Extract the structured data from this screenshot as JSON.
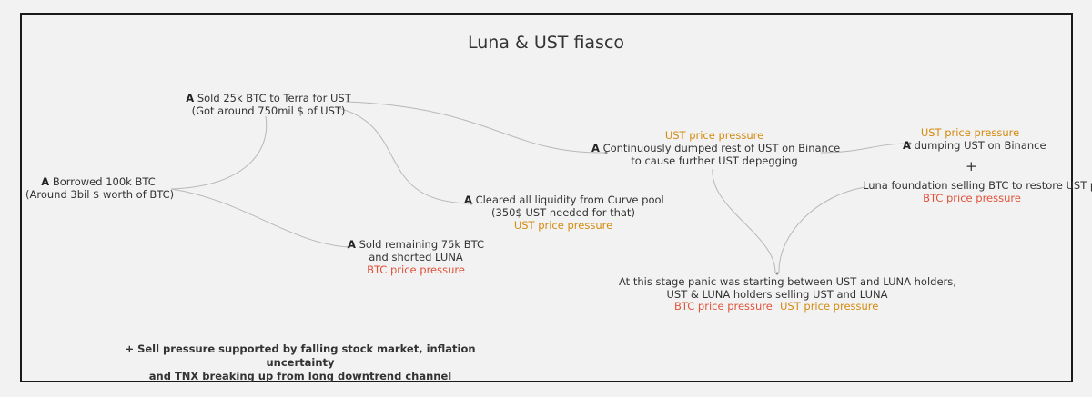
{
  "title": "Luna & UST fiasco",
  "colors": {
    "ust_pressure": "#d48a10",
    "btc_pressure": "#e0533a",
    "connector": "#b8b8b8",
    "border": "#1a1a1a"
  },
  "nodes": {
    "borrow": {
      "actor": "A",
      "line1": "Borrowed 100k BTC",
      "line2": "(Around 3bil $ worth of BTC)"
    },
    "sold25k": {
      "actor": "A",
      "line1": "Sold 25k BTC to Terra for UST",
      "line2": "(Got around 750mil $ of UST)"
    },
    "sold75k": {
      "actor": "A",
      "line1": "Sold remaining 75k BTC",
      "line2": "and shorted LUNA",
      "tag": "BTC price pressure"
    },
    "curve": {
      "actor": "A",
      "line1": "Cleared all liquidity from Curve pool",
      "line2": "(350$ UST needed for that)",
      "tag": "UST price pressure"
    },
    "binance_dump": {
      "tag": "UST price pressure",
      "actor": "A",
      "line1": "Continuously dumped rest of UST on Binance",
      "line2": "to cause further UST depegging"
    },
    "binance_more": {
      "tag": "UST price pressure",
      "actor": "A",
      "line1": "dumping UST on Binance"
    },
    "plus": "+",
    "luna_foundation": {
      "line1": "Luna foundation selling BTC to restore UST peg",
      "tag": "BTC price pressure"
    },
    "panic": {
      "line1": "At this stage panic was starting between UST and LUNA holders,",
      "line2": "UST & LUNA holders selling UST and LUNA",
      "tag_btc": "BTC price pressure",
      "tag_ust": "UST price pressure"
    }
  },
  "footnote": {
    "line1": "+ Sell pressure supported by falling stock market, inflation uncertainty",
    "line2": "and TNX breaking up from long downtrend channel"
  }
}
